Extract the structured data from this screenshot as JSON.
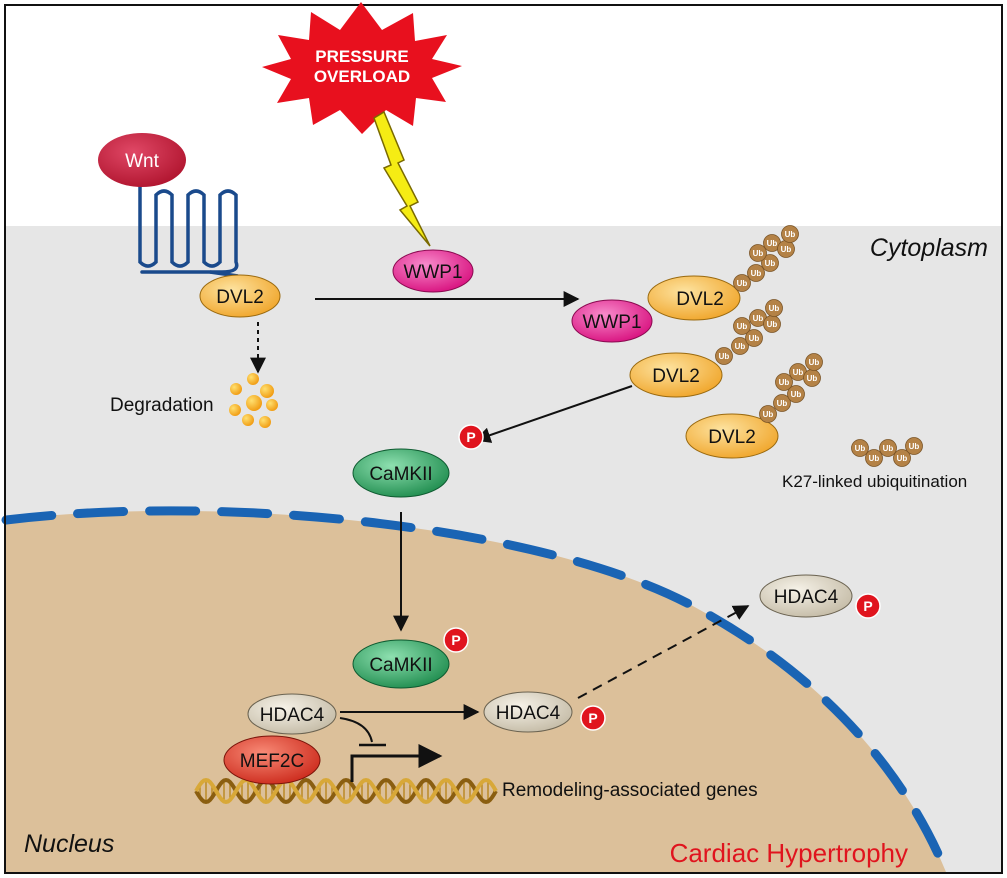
{
  "stimulus": "PRESSURE\nOVERLOAD",
  "regions": {
    "cytoplasm": "Cytoplasm",
    "nucleus": "Nucleus",
    "outcome": "Cardiac Hypertrophy"
  },
  "molecules": {
    "wnt": "Wnt",
    "dvl2": "DVL2",
    "wwp1": "WWP1",
    "camkii": "CaMKII",
    "hdac4": "HDAC4",
    "mef2c": "MEF2C"
  },
  "marks": {
    "phospho": "P",
    "ubiquitin": "Ub"
  },
  "labels": {
    "degradation": "Degradation",
    "k27": "K27-linked ubiquitination",
    "genes": "Remodeling-associated genes"
  },
  "colors": {
    "cytoplasm": "#e6e6e6",
    "nucleus": "#dcc09a",
    "nuclear_envelope": "#1a64b4",
    "starburst": "#e8101e",
    "lightning": "#f5ec14",
    "wnt": "#c81a3c",
    "receptor": "#1a4a8c",
    "dvl2": "#f5b43c",
    "wwp1": "#e61e96",
    "camkii": "#2aa060",
    "hdac4": "#d8d0be",
    "mef2c": "#e03c2c",
    "phospho": "#e0141e",
    "ubiquitin": "#b48246",
    "outcome_text": "#e0141e"
  }
}
